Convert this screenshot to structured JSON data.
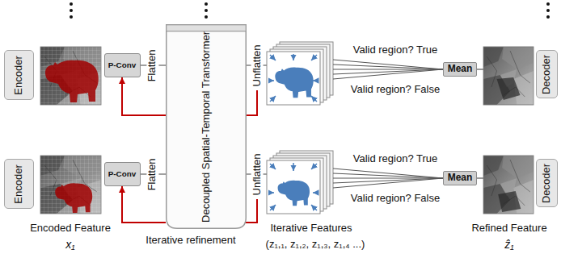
{
  "diagram": {
    "nodes": [
      {
        "text": [
          "Encoder"
        ]
      },
      {
        "text": [
          "P-Conv"
        ]
      },
      {
        "text": [
          "Decoupled Spatial-Temporal Transformer"
        ]
      },
      {
        "text": [
          "Mean"
        ]
      },
      {
        "text": [
          "Decoder"
        ]
      },
      {
        "text": [
          "Encoder"
        ]
      },
      {
        "text": [
          "P-Conv"
        ]
      },
      {
        "text": [
          "Mean"
        ]
      },
      {
        "text": [
          "Decoder"
        ]
      }
    ],
    "edges": [
      {
        "from": 1,
        "to": 2,
        "label": "Flatten",
        "arrow": "none"
      },
      {
        "from": 2,
        "to": 1,
        "arrow": "to"
      },
      {
        "from": 6,
        "to": 2,
        "label": "Flatten",
        "arrow": "none"
      },
      {
        "from": 2,
        "to": 6,
        "arrow": "to"
      }
    ],
    "labels": [
      "Unflatten",
      "Valid region? True",
      "Valid region? False",
      "Unflatten",
      "Valid region? True",
      "Valid region? False",
      "Encoded Feature",
      "x₁",
      "Iterative refinement",
      "Iterative Features",
      "(z₁,₁, z₁,₂, z₁,₃, z₁,₄ ...)",
      "Refined Feature",
      "ẑ₁"
    ]
  }
}
